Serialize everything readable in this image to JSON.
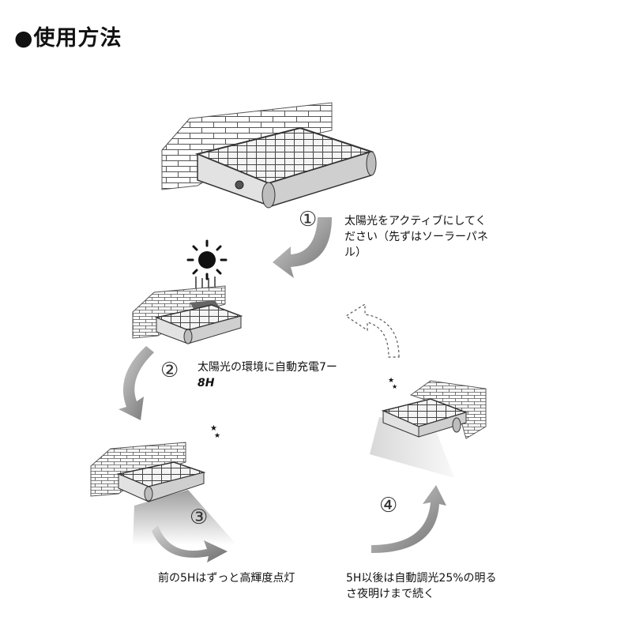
{
  "title": "●使用方法",
  "steps": [
    {
      "num": "①",
      "text_line1": "太陽光をアクティブにしてく",
      "text_line2": "ださい（先ずはソーラーパネ",
      "text_line3": "ル）"
    },
    {
      "num": "②",
      "text_line1": "太陽光の環境に自動充電7ー",
      "text_line2": "8H"
    },
    {
      "num": "③",
      "text_line1": "前の5Hはずっと高輝度点灯"
    },
    {
      "num": "④",
      "text_line1": "5H以後は自動調光25%の明る",
      "text_line2": "さ夜明けまで続く"
    }
  ],
  "icons": {
    "sun": "sun-icon",
    "moon": "moon-stars-icon",
    "arrow": "curved-arrow-icon"
  }
}
